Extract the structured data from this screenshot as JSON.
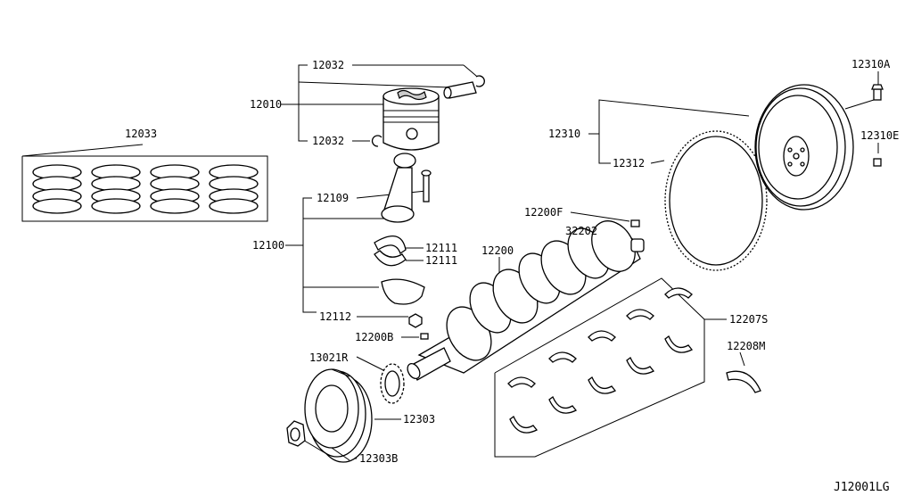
{
  "labels": {
    "p12033": "12033",
    "p12032a": "12032",
    "p12010": "12010",
    "p12032b": "12032",
    "p12109": "12109",
    "p12100": "12100",
    "p12111a": "12111",
    "p12111b": "12111",
    "p12112": "12112",
    "p12200": "12200",
    "p12200F": "12200F",
    "p32202": "32202",
    "p12200B": "12200B",
    "p13021R": "13021R",
    "p12303": "12303",
    "p12303B": "12303B",
    "p12207S": "12207S",
    "p12208M": "12208M",
    "p12310": "12310",
    "p12312": "12312",
    "p12310A": "12310A",
    "p12310E": "12310E"
  },
  "diagram_id": "J12001LG"
}
